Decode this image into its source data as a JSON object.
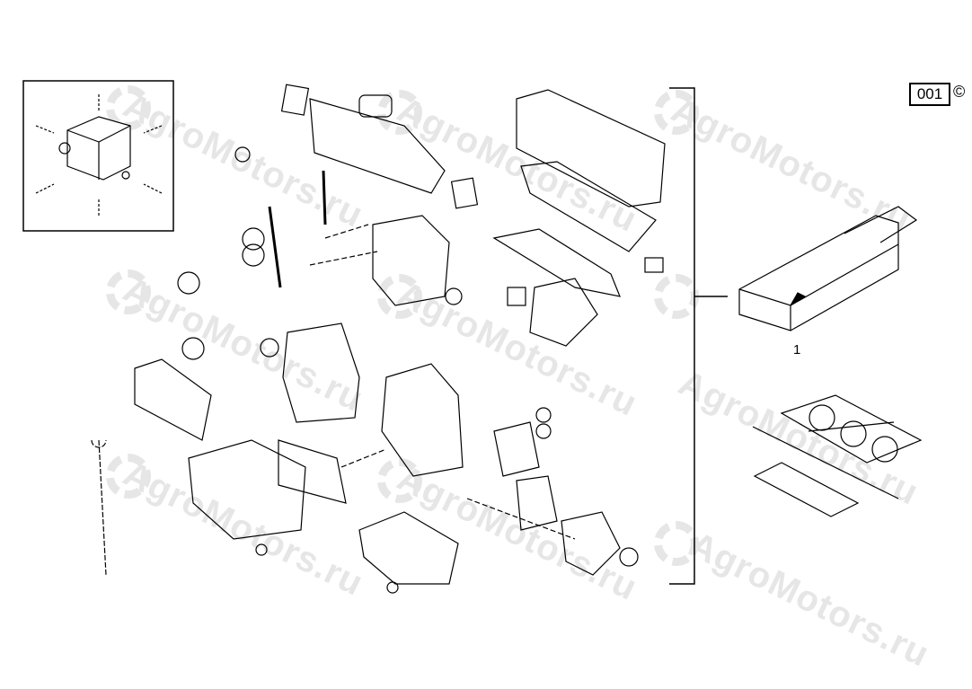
{
  "header": {
    "reference_number": "001",
    "copyright_symbol": "©"
  },
  "callouts": [
    {
      "label": "1"
    }
  ],
  "watermark": {
    "text": "AgroMotors.ru"
  },
  "colors": {
    "line": "#000000",
    "watermark": "#e6e6e6"
  }
}
